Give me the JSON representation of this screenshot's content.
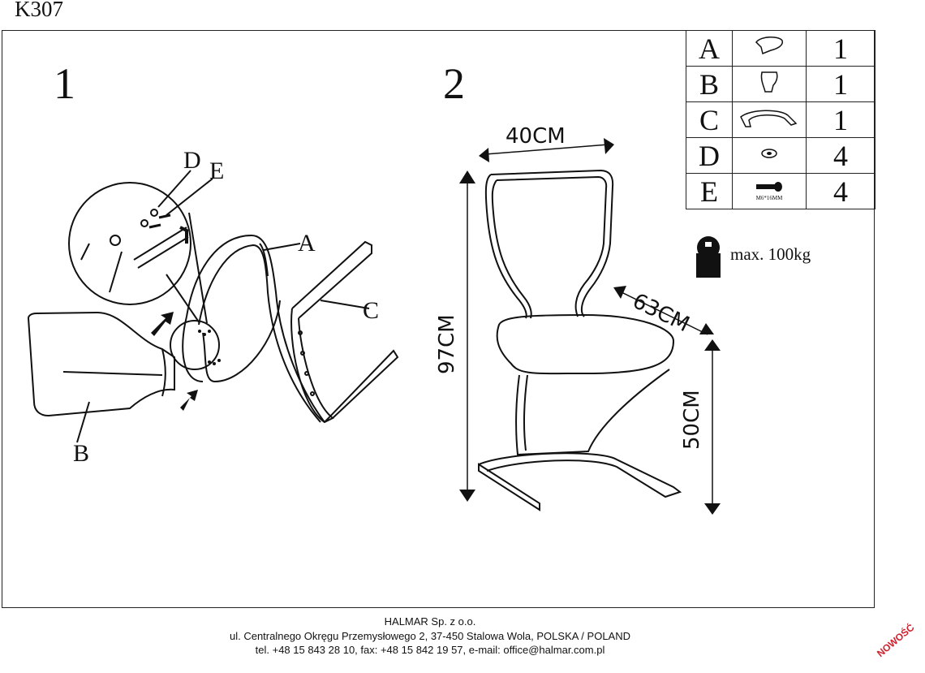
{
  "header": {
    "model": "K307"
  },
  "steps": {
    "step1": "1",
    "step2": "2"
  },
  "callouts": {
    "A": "A",
    "B": "B",
    "C": "C",
    "D": "D",
    "E": "E"
  },
  "dimensions": {
    "width": "40CM",
    "depth": "63CM",
    "height": "97CM",
    "seat_height": "50CM"
  },
  "parts_table": [
    {
      "letter": "A",
      "icon": "backrest-icon",
      "qty": "1"
    },
    {
      "letter": "B",
      "icon": "seat-icon",
      "qty": "1"
    },
    {
      "letter": "C",
      "icon": "base-frame-icon",
      "qty": "1"
    },
    {
      "letter": "D",
      "icon": "washer-icon",
      "qty": "4"
    },
    {
      "letter": "E",
      "icon": "screw-icon",
      "qty": "4",
      "code": "M6*16MM"
    }
  ],
  "max_load": "max. 100kg",
  "company": {
    "name": "HALMAR Sp. z o.o.",
    "address": "ul. Centralnego Okręgu Przemysłowego 2, 37-450 Stalowa Wola, POLSKA / POLAND",
    "contact": "tel. +48 15 843 28 10, fax: +48 15 842 19 57, e-mail: office@halmar.com.pl"
  },
  "badge": "NOWOŚĆ",
  "colors": {
    "line": "#111111",
    "badge": "#d0202e"
  }
}
